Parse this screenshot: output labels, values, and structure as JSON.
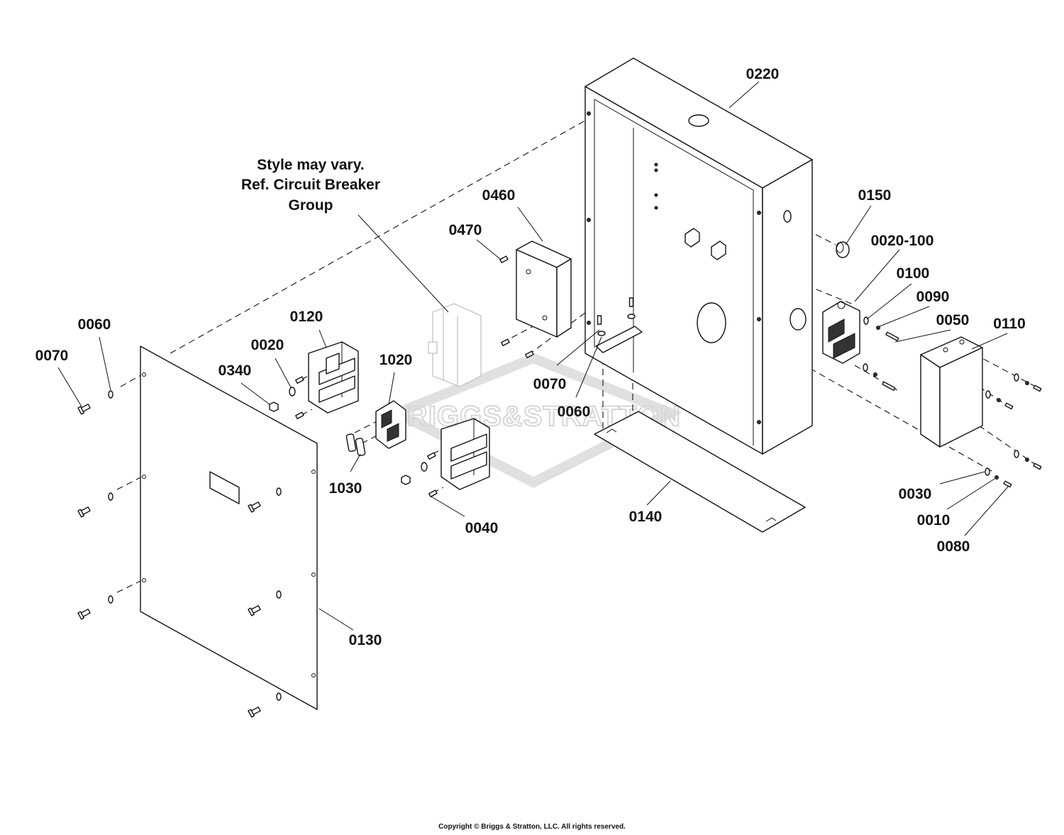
{
  "diagram": {
    "callouts": {
      "c0220": "0220",
      "c0150": "0150",
      "c0020_100": "0020-100",
      "c0100": "0100",
      "c0090": "0090",
      "c0050": "0050",
      "c0110": "0110",
      "c0460": "0460",
      "c0470": "0470",
      "c0060_left": "0060",
      "c0070_left": "0070",
      "c0120": "0120",
      "c0020": "0020",
      "c0340": "0340",
      "c1020": "1020",
      "c1030": "1030",
      "c0040": "0040",
      "c0070_mid": "0070",
      "c0060_mid": "0060",
      "c0140": "0140",
      "c0130": "0130",
      "c0030": "0030",
      "c0010": "0010",
      "c0080": "0080"
    },
    "note_lines": [
      "Style may vary.",
      "Ref. Circuit Breaker",
      "Group"
    ],
    "watermark": "BRIGGS&STRATTON",
    "copyright": "Copyright © Briggs & Stratton, LLC. All rights reserved."
  },
  "colors": {
    "line": "#111111",
    "watermark": "#d6d6d6",
    "ghost": "#bdbdbd",
    "background": "#ffffff"
  }
}
